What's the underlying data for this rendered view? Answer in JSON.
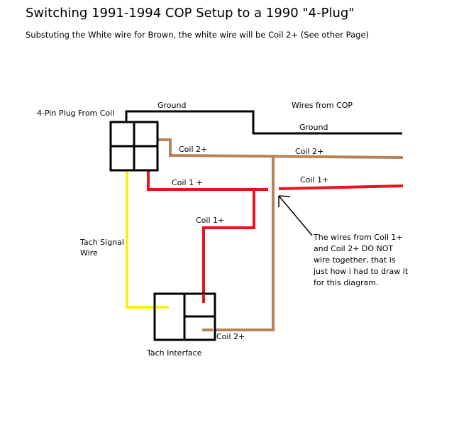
{
  "title": "Switching 1991-1994 COP Setup to a 1990 \"4-Plug\"",
  "subtitle": "Substuting the White wire for Brown, the white wire will be Coil 2+ (See other Page)",
  "labels": {
    "plug": "4-Pin Plug From Coil",
    "ground_top": "Ground",
    "wires_from_cop": "Wires from COP",
    "ground_right": "Ground",
    "coil2_left": "Coil 2+",
    "coil2_right": "Coil 2+",
    "coil1_left": "Coil 1 +",
    "coil1_right": "Coil 1+",
    "coil1_mid": "Coil 1+",
    "tach_line1": "Tach Signal",
    "tach_line2": "Wire",
    "coil2_bottom": "Coil 2+",
    "tach_interface": "Tach Interface"
  },
  "note": {
    "line1": "The wires from Coil 1+",
    "line2": "and Coil 2+ DO NOT",
    "line3": "wire together, that is",
    "line4": "just how i had to draw it",
    "line5": "for this diagram."
  },
  "colors": {
    "ground": "#000000",
    "coil2": "#b5835a",
    "coil1": "#e8141c",
    "tach": "#f6f013"
  }
}
